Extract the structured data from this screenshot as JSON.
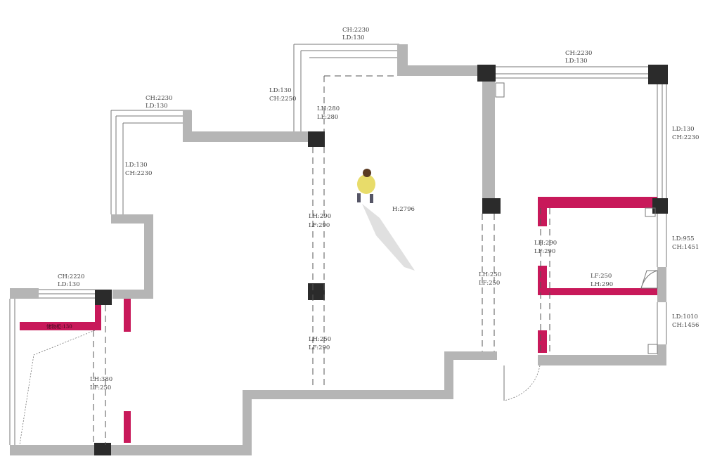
{
  "colors": {
    "wall": "#b5b5b5",
    "column": "#2b2b2b",
    "new_wall": "#c8195a"
  },
  "labels": {
    "top_window": [
      "CH:2230",
      "LD:130"
    ],
    "top_left_window_side": [
      "LD:130",
      "CH:2250"
    ],
    "opening_top": [
      "LH:280",
      "LF:280"
    ],
    "left_room_window_top": [
      "CH:2230",
      "LD:130"
    ],
    "left_room_window_side": [
      "LD:130",
      "CH:2230"
    ],
    "right_window_top": [
      "CH:2230",
      "LD:130"
    ],
    "right_window_side": [
      "LD:130",
      "CH:2230"
    ],
    "opening_mid": [
      "LH:290",
      "LF:290"
    ],
    "ceiling_height": "H:2796",
    "opening_right": [
      "LH:250",
      "LF:250"
    ],
    "room_opening": [
      "LH:290",
      "LF:290"
    ],
    "window_955": [
      "LD:955",
      "CH:1451"
    ],
    "partition": [
      "LF:250",
      "LH:290"
    ],
    "window_1010": [
      "LD:1010",
      "CH:1456"
    ],
    "balcony_window": [
      "CH:2220",
      "LD:130"
    ],
    "opening_lower": [
      "LH:250",
      "LF:290"
    ],
    "balcony_opening": [
      "LH:380",
      "LF:250"
    ],
    "cabinet": "储物柜:130"
  }
}
